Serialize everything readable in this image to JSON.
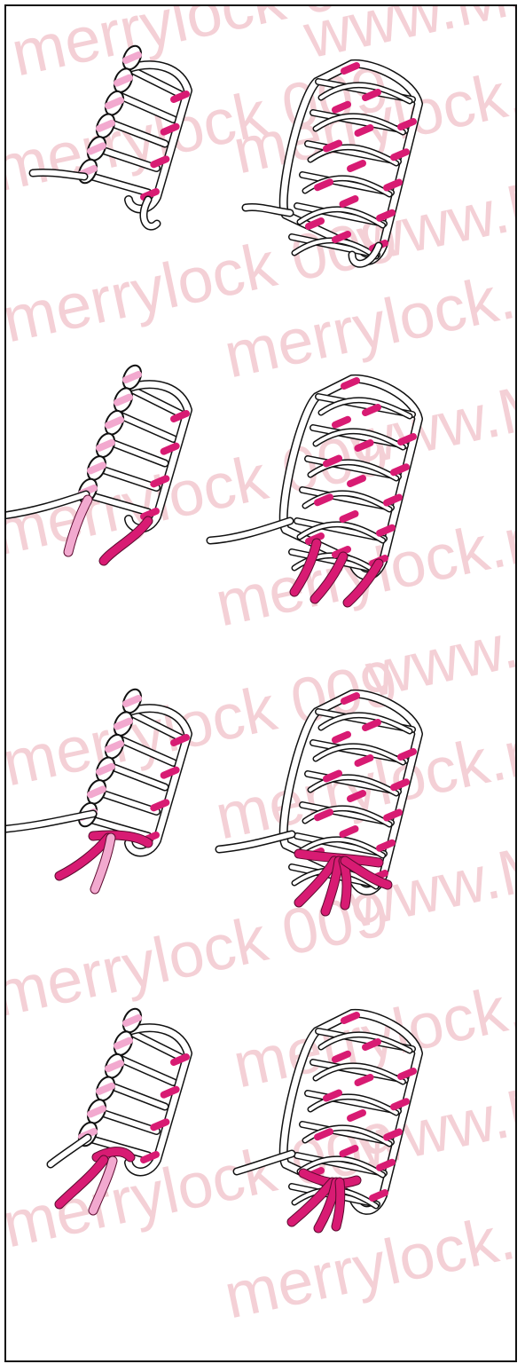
{
  "watermark": {
    "texts": [
      "merrylock 009",
      "merrylock.ru",
      "www.Merrylock.ru"
    ],
    "color": "#f4d0d6"
  },
  "colors": {
    "thread_outline": "#111111",
    "thread_fill": "#ffffff",
    "light_pink": "#f2a9cf",
    "magenta": "#d81b73"
  },
  "steps": [
    {
      "index": 1,
      "panels": [
        {
          "variant": "two-thread chain",
          "tail": "none"
        },
        {
          "variant": "three-thread cover",
          "tail": "none"
        }
      ]
    },
    {
      "index": 2,
      "panels": [
        {
          "variant": "two-thread chain",
          "tail": "loose"
        },
        {
          "variant": "three-thread cover",
          "tail": "loose"
        }
      ]
    },
    {
      "index": 3,
      "panels": [
        {
          "variant": "two-thread chain",
          "tail": "knotted"
        },
        {
          "variant": "three-thread cover",
          "tail": "knotted"
        }
      ]
    },
    {
      "index": 4,
      "panels": [
        {
          "variant": "two-thread chain",
          "tail": "tied"
        },
        {
          "variant": "three-thread cover",
          "tail": "tied"
        }
      ]
    }
  ]
}
